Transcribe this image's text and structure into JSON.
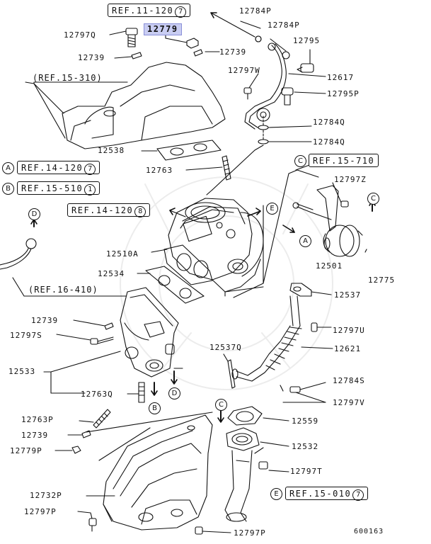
{
  "highlight": "12779",
  "figure_number": "600163",
  "refs": {
    "r11_120": {
      "text": "REF.11-120",
      "num": "7"
    },
    "r15_310": {
      "text": "(REF.15-310)"
    },
    "r14_120a": {
      "text": "REF.14-120",
      "num": "7",
      "circle": "A"
    },
    "r15_510": {
      "text": "REF.15-510",
      "num": "1",
      "circle": "B"
    },
    "r14_120b": {
      "text": "REF.14-120",
      "num": "8"
    },
    "r16_410": {
      "text": "(REF.16-410)"
    },
    "r15_710": {
      "text": "REF.15-710",
      "circle": "C"
    },
    "r15_010": {
      "text": "REF.15-010",
      "num": "7",
      "circle": "E"
    }
  },
  "markers": {
    "a": "A",
    "b": "B",
    "c": "C",
    "d": "D",
    "e": "E"
  },
  "labels": {
    "p12784P_a": "12784P",
    "p12784P_b": "12784P",
    "p12795": "12795",
    "p12797Q": "12797Q",
    "p12739_a": "12739",
    "p12739_b": "12739",
    "p12797W": "12797W",
    "p12617": "12617",
    "p12795P": "12795P",
    "p12784Q_a": "12784Q",
    "p12784Q_b": "12784Q",
    "p12538": "12538",
    "p12763": "12763",
    "p12797Z": "12797Z",
    "p12510A": "12510A",
    "p12534": "12534",
    "p12501": "12501",
    "p12775": "12775",
    "p12537": "12537",
    "p12739_c": "12739",
    "p12797U": "12797U",
    "p12797S": "12797S",
    "p12537Q": "12537Q",
    "p12621": "12621",
    "p12533": "12533",
    "p12763Q": "12763Q",
    "p12784S": "12784S",
    "p12797V": "12797V",
    "p12763P": "12763P",
    "p12559": "12559",
    "p12739_d": "12739",
    "p12779P": "12779P",
    "p12532": "12532",
    "p12797T": "12797T",
    "p12732P": "12732P",
    "p12797P_a": "12797P",
    "p12797P_b": "12797P"
  }
}
